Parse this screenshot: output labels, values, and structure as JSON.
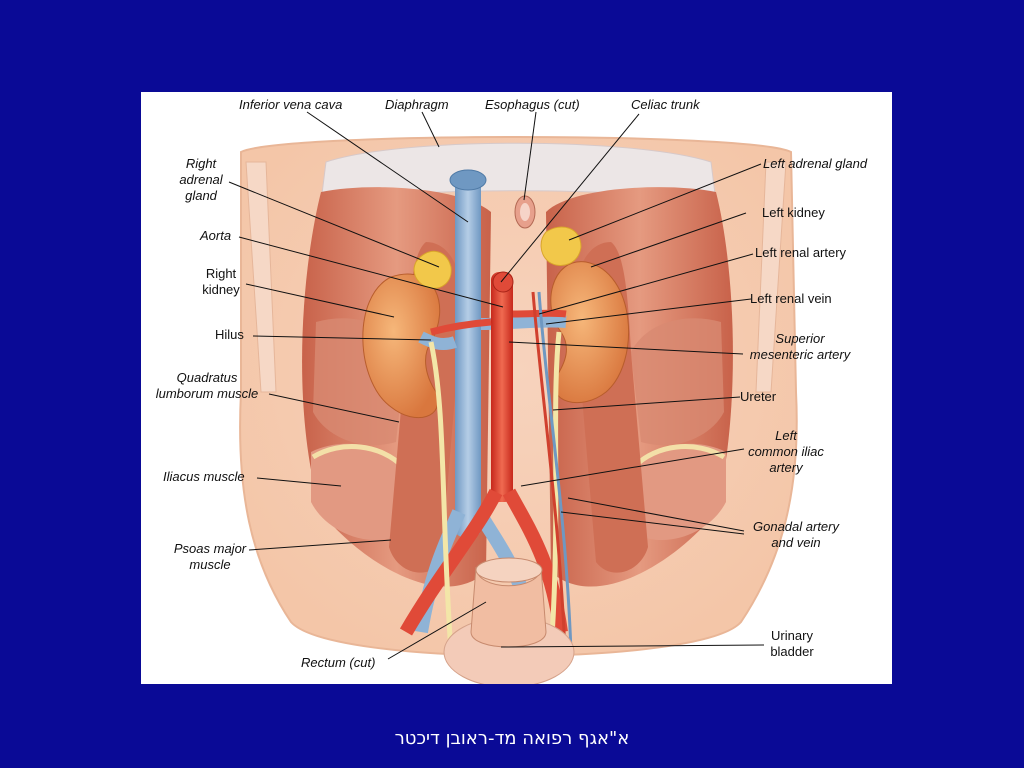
{
  "labels": {
    "inferior_vena_cava": "Inferior vena cava",
    "diaphragm": "Diaphragm",
    "esophagus": "Esophagus (cut)",
    "celiac_trunk": "Celiac trunk",
    "right_adrenal_gland": [
      "Right",
      "adrenal",
      "gland"
    ],
    "aorta": "Aorta",
    "right_kidney": [
      "Right",
      "kidney"
    ],
    "hilus": "Hilus",
    "quadratus_lumborum": [
      "Quadratus",
      "lumborum muscle"
    ],
    "iliacus": "Iliacus muscle",
    "psoas_major": [
      "Psoas major",
      "muscle"
    ],
    "rectum": "Rectum (cut)",
    "left_adrenal_gland": "Left adrenal gland",
    "left_kidney": "Left kidney",
    "left_renal_artery": "Left renal artery",
    "left_renal_vein": "Left renal vein",
    "superior_mesenteric_artery": [
      "Superior",
      "mesenteric artery"
    ],
    "ureter": "Ureter",
    "left_common_iliac": [
      "Left",
      "common iliac",
      "artery"
    ],
    "gonadal": [
      "Gonadal artery",
      "and vein"
    ],
    "urinary_bladder": [
      "Urinary",
      "bladder"
    ]
  },
  "footer": "א\"אגף רפואה מד-ראובן דיכטר",
  "colors": {
    "slide_background": "#0a0a96",
    "figure_background": "#ffffff",
    "muscle": "#d9826a",
    "kidney": "#e8965a",
    "adrenal": "#f2c84a",
    "vein": "#8fb3d6",
    "artery": "#e04a38",
    "ureter": "#f3e6a8",
    "leader_line": "#111111"
  }
}
